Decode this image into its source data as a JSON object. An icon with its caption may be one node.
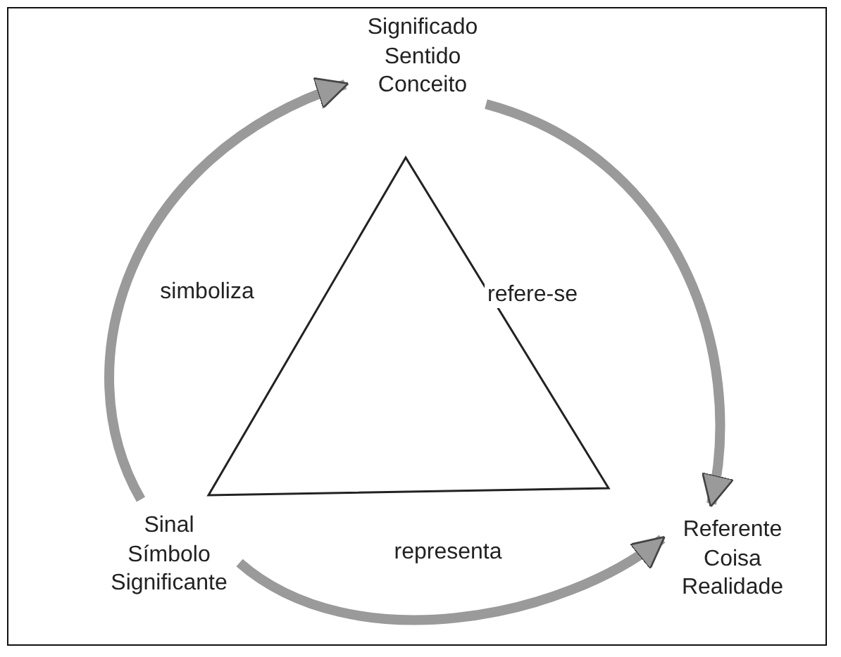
{
  "diagram": {
    "nodes": [
      {
        "text": [
          "Significado Sentido Conceito"
        ]
      },
      {
        "text": [
          "Sinal Símbolo Significante"
        ]
      },
      {
        "text": [
          "Referente Coisa Realidade"
        ]
      }
    ],
    "edges": [
      {
        "from": 1,
        "to": 0,
        "arrow": "to",
        "label": "simboliza"
      },
      {
        "from": 0,
        "to": 2,
        "arrow": "to",
        "label": "refere-se"
      },
      {
        "from": 1,
        "to": 2,
        "arrow": "to",
        "label": "representa"
      }
    ]
  }
}
